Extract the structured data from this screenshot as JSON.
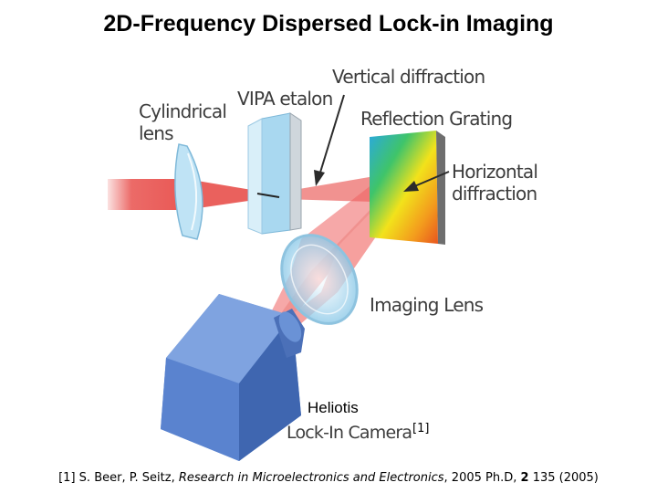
{
  "title": "2D-Frequency Dispersed Lock-in Imaging",
  "labels": {
    "cylindrical_lens": "Cylindrical lens",
    "vipa_etalon": "VIPA etalon",
    "vertical_diffraction": "Vertical diffraction",
    "reflection_grating": "Reflection Grating",
    "horizontal_diffraction": "Horizontal diffraction",
    "imaging_lens": "Imaging Lens",
    "camera_brand": "Heliotis",
    "camera_model": "Lock-In Camera",
    "citation_mark": "[1]"
  },
  "footer": {
    "ref_num": "[1]",
    "authors": "S. Beer, P. Seitz,",
    "journal": "Research in Microelectronics and Electronics",
    "details": ", 2005 Ph.D,",
    "volume": "2",
    "pages_year": "135 (2005)"
  },
  "colors": {
    "beam": "#e53935",
    "camera": "#5b84c8",
    "lens": "#bfe3f5",
    "etalon": "#a9d8f0"
  }
}
